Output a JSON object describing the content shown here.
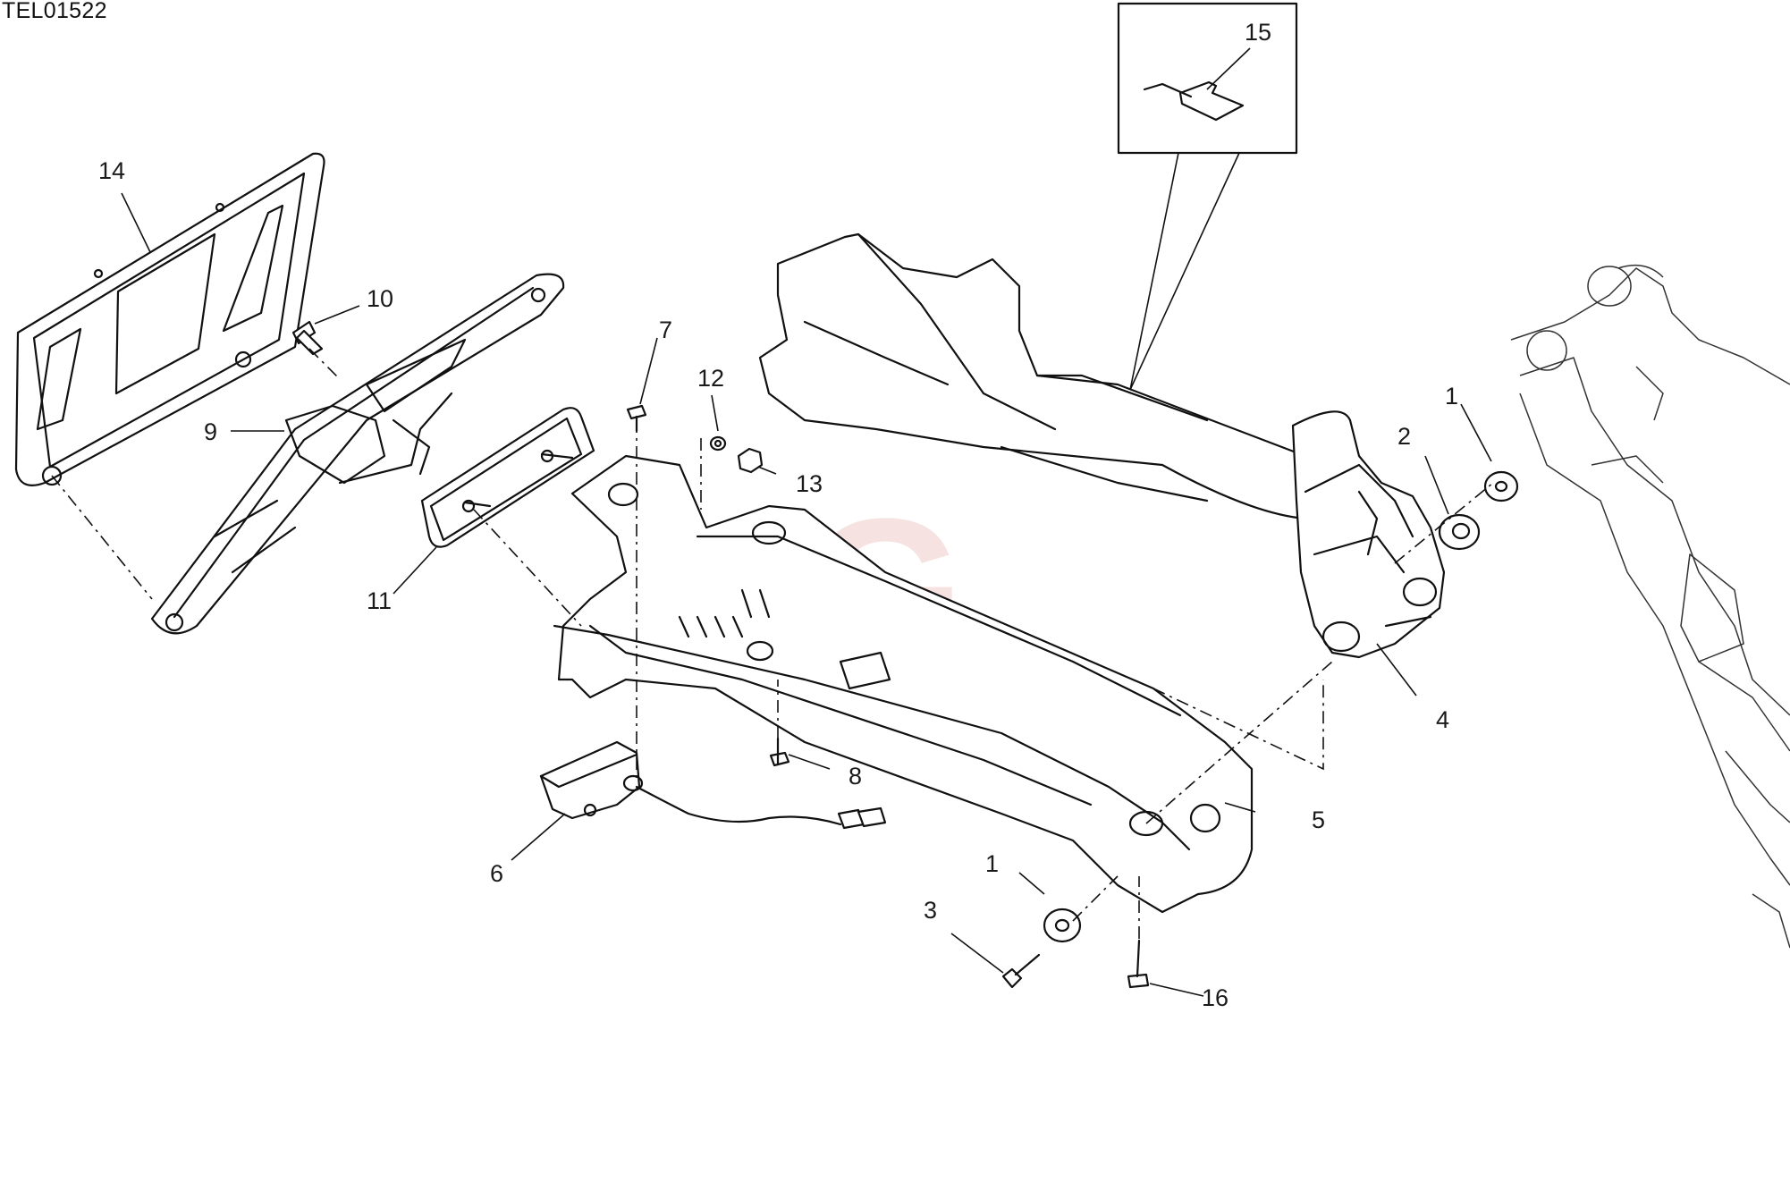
{
  "diagram": {
    "ref_code": "TEL01522",
    "watermark_letter": "G",
    "watermark_color": "#e8a9a9",
    "callouts": [
      "1",
      "2",
      "3",
      "4",
      "5",
      "6",
      "7",
      "8",
      "9",
      "10",
      "11",
      "12",
      "13",
      "14",
      "15",
      "16"
    ],
    "callout_1b": "1"
  }
}
